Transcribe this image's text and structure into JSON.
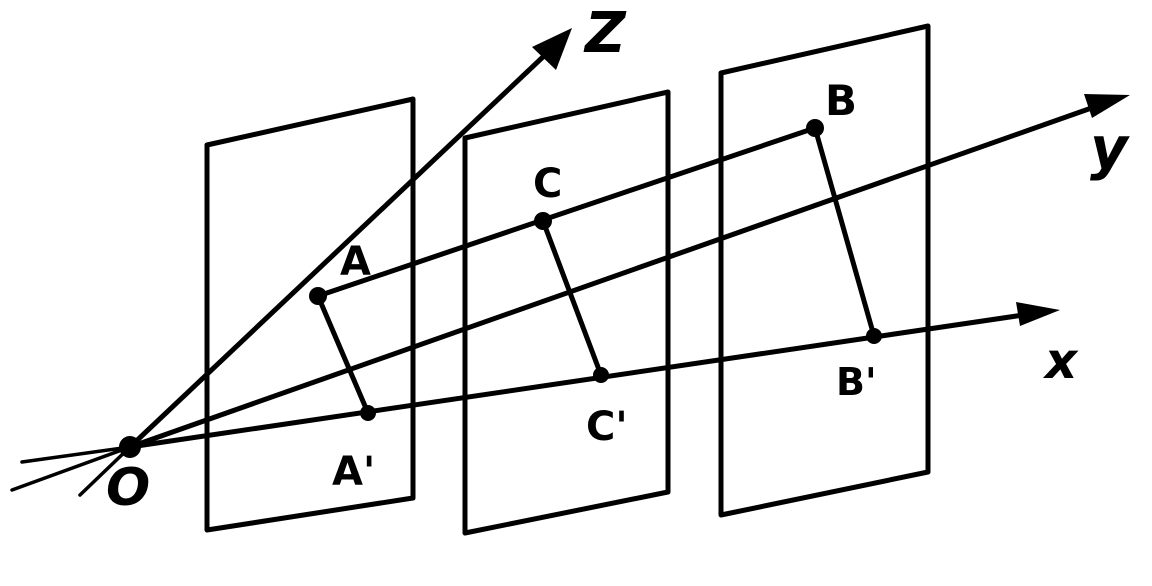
{
  "labels": {
    "origin": "O",
    "axis_z": "Z",
    "axis_y": "y",
    "axis_x": "x",
    "point_a": "A",
    "point_a_prime": "A'",
    "point_c": "C",
    "point_c_prime": "C'",
    "point_b": "B",
    "point_b_prime": "B'"
  },
  "colors": {
    "ink": "#000000",
    "paper": "#ffffff"
  }
}
